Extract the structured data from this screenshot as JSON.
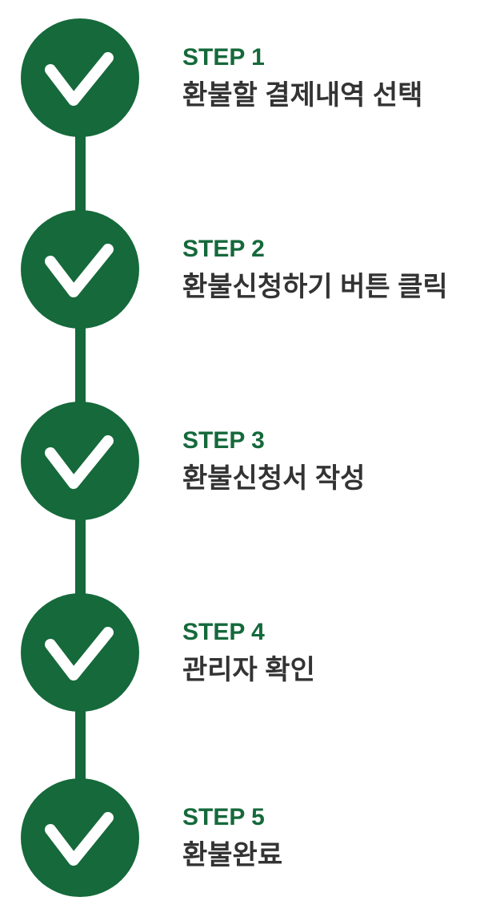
{
  "timeline": {
    "kind": "vertical-stepper",
    "steps": [
      {
        "label": "STEP 1",
        "title": "환불할 결제내역 선택"
      },
      {
        "label": "STEP 2",
        "title": "환불신청하기 버튼 클릭"
      },
      {
        "label": "STEP 3",
        "title": "환불신청서 작성"
      },
      {
        "label": "STEP 4",
        "title": "관리자 확인"
      },
      {
        "label": "STEP 5",
        "title": "환불완료"
      }
    ],
    "marker_icon": "checkmark-icon"
  },
  "colors": {
    "accent_green": "#15693B",
    "text_dark": "#333333",
    "check_white": "#FFFFFF",
    "background": "#FFFFFF"
  }
}
